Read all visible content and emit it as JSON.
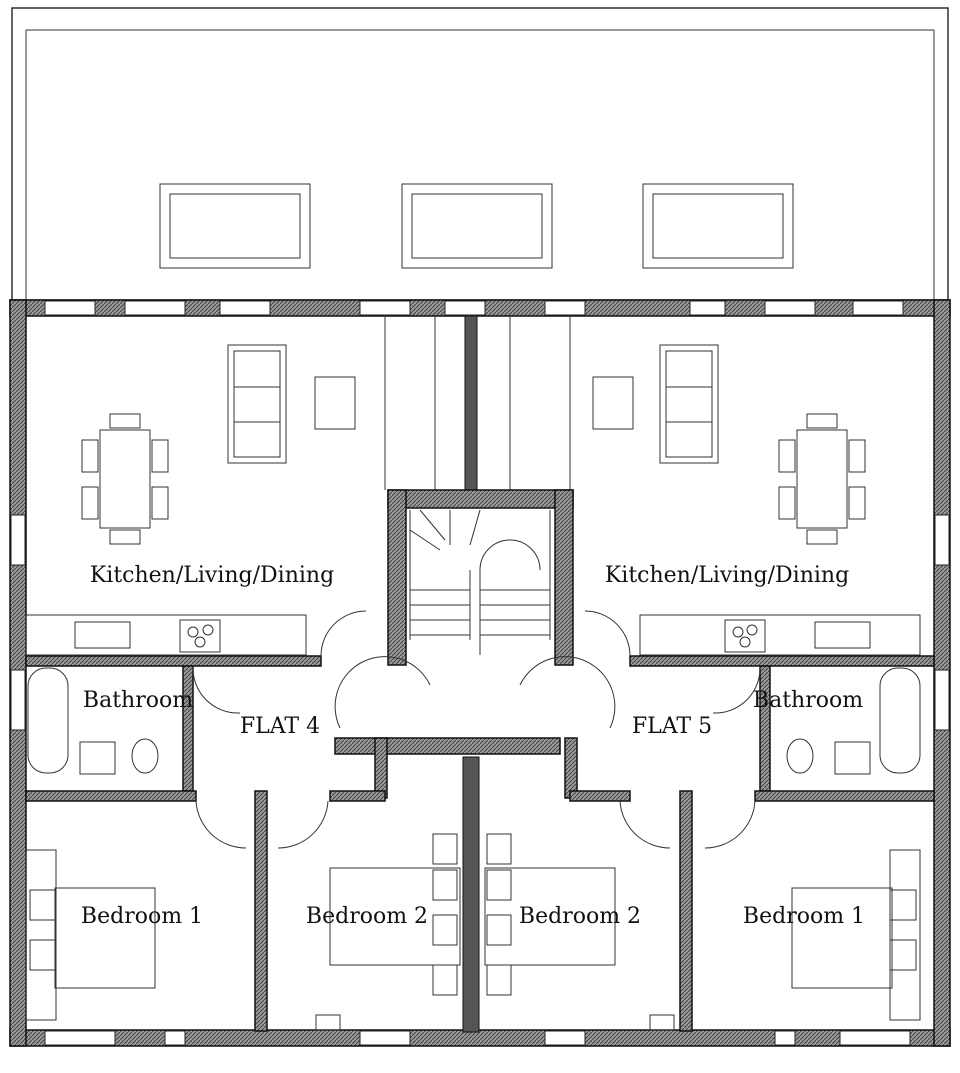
{
  "plan": {
    "rooms": [
      {
        "id": "kld-left",
        "label": "Kitchen/Living/Dining"
      },
      {
        "id": "kld-right",
        "label": "Kitchen/Living/Dining"
      },
      {
        "id": "bath-left",
        "label": "Bathroom"
      },
      {
        "id": "bath-right",
        "label": "Bathroom"
      },
      {
        "id": "flat4",
        "label": "FLAT 4"
      },
      {
        "id": "flat5",
        "label": "FLAT 5"
      },
      {
        "id": "bed1-left",
        "label": "Bedroom 1"
      },
      {
        "id": "bed2-left",
        "label": "Bedroom 2"
      },
      {
        "id": "bed2-right",
        "label": "Bedroom 2"
      },
      {
        "id": "bed1-right",
        "label": "Bedroom 1"
      }
    ]
  }
}
